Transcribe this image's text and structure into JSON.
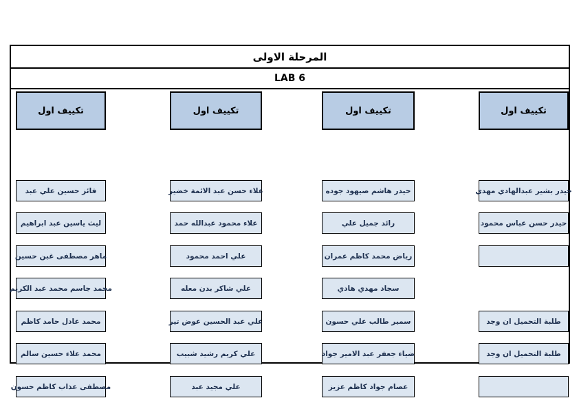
{
  "header": {
    "stage": "المرحلة الاولى",
    "lab": "LAB 6"
  },
  "colors": {
    "header_fill": "#b8cce4",
    "cell_fill": "#dce6f1",
    "border": "#000000"
  },
  "columns": [
    {
      "header": "تكييف اول",
      "cells": [
        "حيدر بشير عبدالهادي مهدي",
        "حيدر حسن عباس محمود",
        "",
        null,
        "طلبة التحميل ان وجد",
        "طلبة التحميل ان وجد",
        ""
      ]
    },
    {
      "header": "تكييف اول",
      "cells": [
        "حيدر هاشم صيهود جوده",
        "رائد جميل علي",
        "رياض محمد كاظم عمران",
        "سجاد مهدي هادي",
        "سمير طالب علي حسون",
        "ضياء جعفر عبد الامير جواد",
        "عصام جواد كاظم عزيز"
      ]
    },
    {
      "header": "تكييف اول",
      "cells": [
        "علاء حسن عبد الائمة خضير",
        "علاء محمود عبدالله حمد",
        "علي احمد محمود",
        "علي شاكر بدن معله",
        "علي عبد الحسين عوض تير",
        "علي كريم رشيد شبيب",
        "علي مجيد عبد"
      ]
    },
    {
      "header": "تكييف اول",
      "cells": [
        "فائز حسين علي عبد",
        "ليث ياسين عبد ابراهيم",
        "ماهر مصطفى غبن حسين",
        "محمد جاسم محمد عبد الكريم",
        "محمد عادل حامد كاظم",
        "محمد علاء حسين سالم",
        "مصطفى عذاب كاظم حسون"
      ]
    }
  ]
}
